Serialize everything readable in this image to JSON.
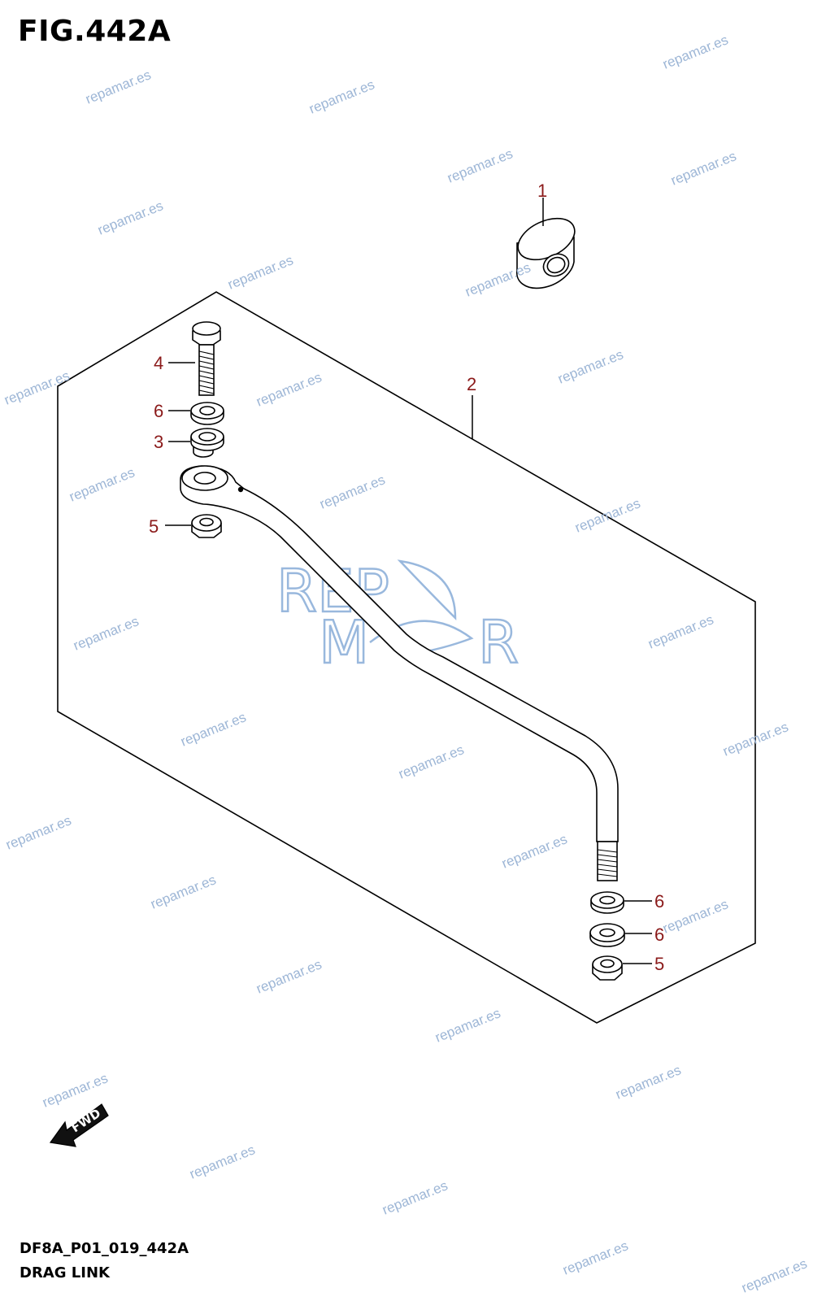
{
  "figure": {
    "title": "FIG.442A",
    "code": "DF8A_P01_019_442A",
    "name": "DRAG LINK"
  },
  "callouts": {
    "c1": "1",
    "c2": "2",
    "c3": "3",
    "c4": "4",
    "c5a": "5",
    "c5b": "5",
    "c6a": "6",
    "c6b": "6",
    "c6c": "6"
  },
  "fwd_label": "FWD",
  "watermark": {
    "text": "repamar.es",
    "logo_line1": "REP",
    "logo_line2": "M",
    "logo_line3": "R"
  },
  "colors": {
    "callout": "#8b1a1a",
    "watermark": "#9db6d6",
    "line": "#000000"
  }
}
